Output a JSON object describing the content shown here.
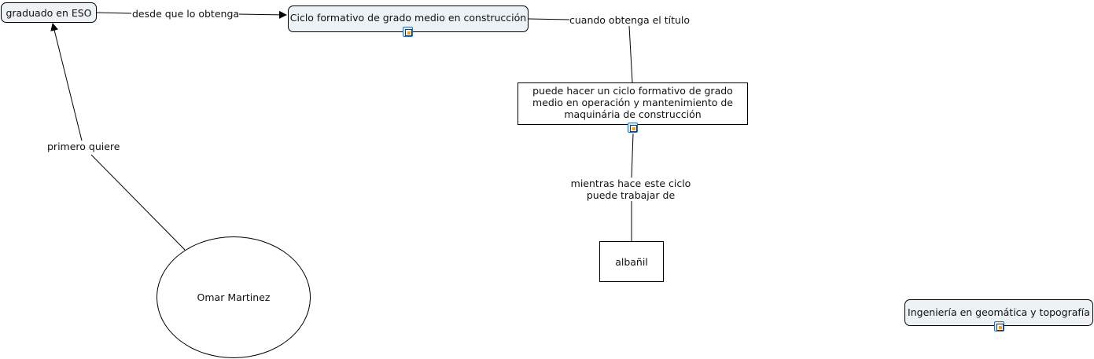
{
  "nodes": {
    "graduado": "graduado en ESO",
    "ciclo_construccion": "Ciclo formativo de grado medio en construcción",
    "puede_hacer": "puede hacer un ciclo formativo de grado medio en operación y mantenimiento de maquinária de construcción",
    "albanil": "albañil",
    "omar": "Omar Martinez",
    "ingenieria": "Ingeniería en geomática y topografía"
  },
  "links": {
    "desde": "desde que lo obtenga",
    "cuando": "cuando obtenga el título",
    "mientras": "mientras hace este ciclo puede trabajar de",
    "primero": "primero quiere"
  },
  "icons": {
    "resource": "document-resource-icon"
  }
}
